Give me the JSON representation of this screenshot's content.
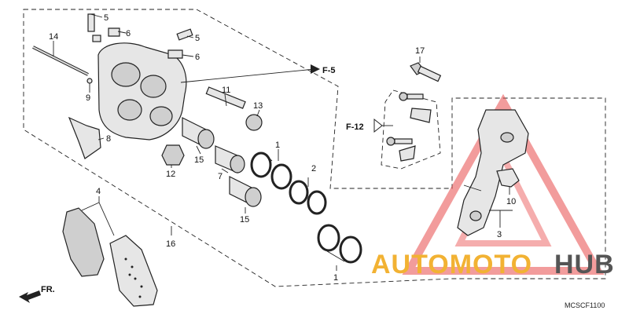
{
  "labels": {
    "p1a": "1",
    "p1b": "1",
    "p2": "2",
    "p3": "3",
    "p4": "4",
    "p5a": "5",
    "p5b": "5",
    "p6a": "6",
    "p6b": "6",
    "p7": "7",
    "p8": "8",
    "p9": "9",
    "p10": "10",
    "p11": "11",
    "p12": "12",
    "p13": "13",
    "p14": "14",
    "p15a": "15",
    "p15b": "15",
    "p16": "16",
    "p17": "17"
  },
  "refs": {
    "f5": "F-5",
    "f12": "F-12",
    "fr": "FR."
  },
  "diagram_code": "MCSCF1100",
  "watermark": {
    "part1": "AUTOMOTO",
    "part2": "HUB",
    "color_accent": "#f2b233",
    "color_dark": "#555555",
    "triangle_color": "#e84a4a"
  }
}
